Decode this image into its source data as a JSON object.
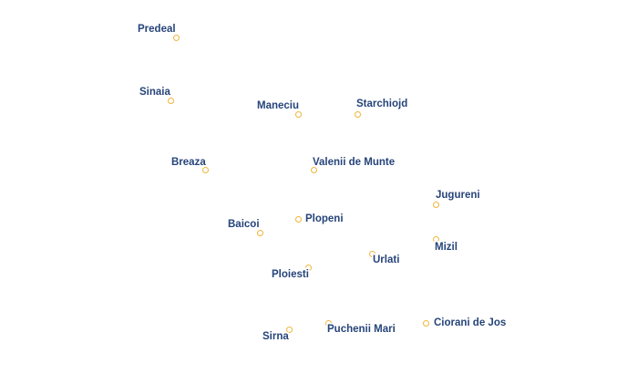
{
  "places": [
    {
      "id": "predeal",
      "name": "Predeal"
    },
    {
      "id": "sinaia",
      "name": "Sinaia"
    },
    {
      "id": "maneciu",
      "name": "Maneciu"
    },
    {
      "id": "starchiojd",
      "name": "Starchiojd"
    },
    {
      "id": "breaza",
      "name": "Breaza"
    },
    {
      "id": "valenii-de-munte",
      "name": "Valenii de Munte"
    },
    {
      "id": "jugureni",
      "name": "Jugureni"
    },
    {
      "id": "baicoi",
      "name": "Baicoi"
    },
    {
      "id": "plopeni",
      "name": "Plopeni"
    },
    {
      "id": "mizil",
      "name": "Mizil"
    },
    {
      "id": "urlati",
      "name": "Urlati"
    },
    {
      "id": "ploiesti",
      "name": "Ploiesti"
    },
    {
      "id": "puchenii-mari",
      "name": "Puchenii Mari"
    },
    {
      "id": "ciorani-de-jos",
      "name": "Ciorani de Jos"
    },
    {
      "id": "sirna",
      "name": "Sirna"
    }
  ],
  "colors": {
    "label": "#26447a",
    "marker": "#f0b53a"
  }
}
